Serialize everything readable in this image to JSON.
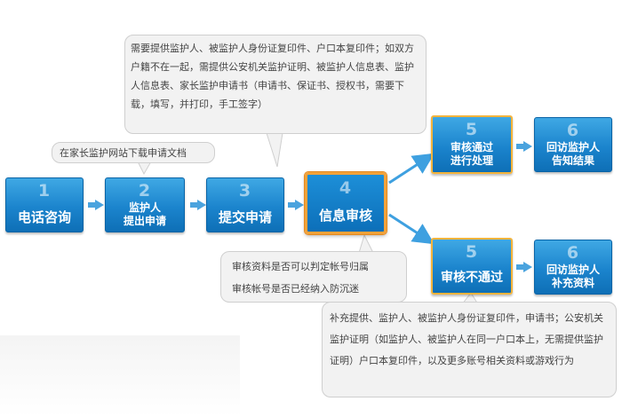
{
  "notes": {
    "docs": "需要提供监护人、被监护人身份证复印件、户口本复印件；如双方户籍不在一起，需提供公安机关监护证明、被监护人信息表、监护人信息表、家长监护申请书（申请书、保证书、授权书，需要下载，填写，并打印，手工签字）",
    "download": "在家长监护网站下载申请文档",
    "review_1": "审核资料是否可以判定帐号归属",
    "review_2": "审核帐号是否已经纳入防沉迷",
    "supplement": "补充提供、监护人、被监护人身份证复印件，申请书；公安机关监护证明（如监护人、被监护人在同一户口本上，无需提供监护证明）户口本复印件，以及更多账号相关资料或游戏行为"
  },
  "steps": [
    {
      "num": "1",
      "label": "电话咨询"
    },
    {
      "num": "2",
      "label_line1": "监护人",
      "label_line2": "提出申请"
    },
    {
      "num": "3",
      "label": "提交申请"
    },
    {
      "num": "4",
      "label": "信息审核"
    },
    {
      "num": "5",
      "label_line1": "审核通过",
      "label_line2": "进行处理"
    },
    {
      "num": "6",
      "label_line1": "回访监护人",
      "label_line2": "告知结果"
    },
    {
      "num": "5",
      "label": "审核不通过"
    },
    {
      "num": "6",
      "label_line1": "回访监护人",
      "label_line2": "补充资料"
    }
  ],
  "colors": {
    "step_blue": "#1b84cd",
    "active_border": "#f2a23a",
    "arrow": "#4aa3de",
    "note_bg": "#f2f2f2"
  }
}
